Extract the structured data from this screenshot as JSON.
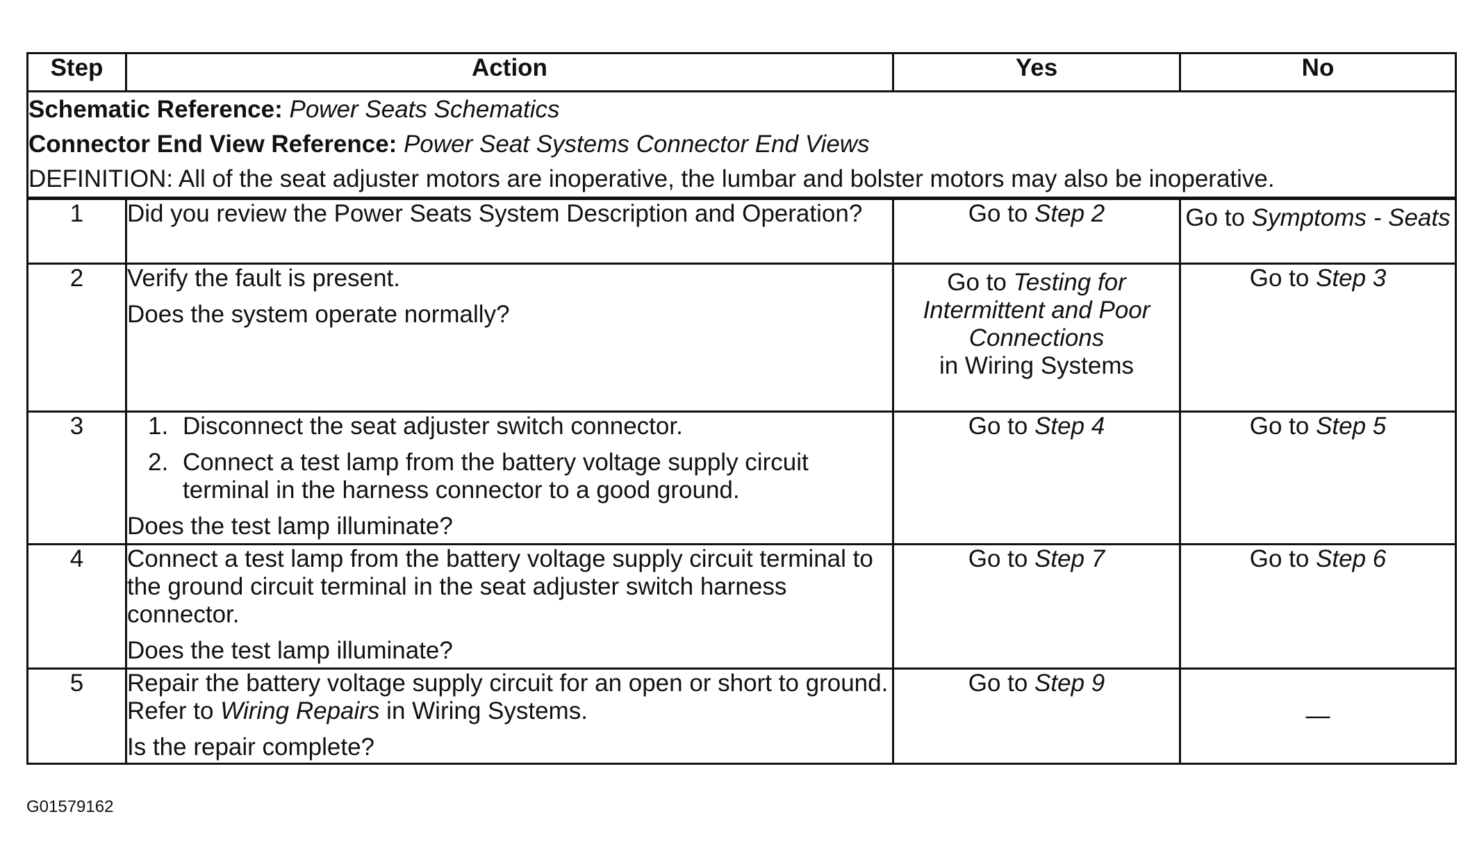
{
  "table": {
    "headers": {
      "step": "Step",
      "action": "Action",
      "yes": "Yes",
      "no": "No"
    },
    "reference": {
      "schematic_label": "Schematic Reference:",
      "schematic_value": "Power Seats Schematics",
      "connector_label": "Connector End View Reference:",
      "connector_value": "Power Seat Systems Connector End Views",
      "definition": "DEFINITION: All of the seat adjuster motors are inoperative, the lumbar and bolster motors may also be inoperative."
    },
    "rows": [
      {
        "step": "1",
        "action": "Did you review the Power Seats System Description and Operation?",
        "yes_prefix": "Go to ",
        "yes_link": "Step 2",
        "no_prefix": "Go to ",
        "no_link": "Symptoms - Seats"
      },
      {
        "step": "2",
        "action_lines": [
          "Verify the fault is present.",
          "Does the system operate normally?"
        ],
        "yes_prefix": "Go to ",
        "yes_link": "Testing for Intermittent and Poor Connections",
        "yes_suffix": "in Wiring Systems",
        "no_prefix": "Go to ",
        "no_link": "Step 3"
      },
      {
        "step": "3",
        "list": [
          {
            "num": "1.",
            "text": "Disconnect the seat adjuster switch connector."
          },
          {
            "num": "2.",
            "text": "Connect a test lamp from the battery voltage supply circuit terminal in the harness connector to a good ground."
          }
        ],
        "question": "Does the test lamp illuminate?",
        "yes_prefix": "Go to ",
        "yes_link": "Step 4",
        "no_prefix": "Go to ",
        "no_link": "Step 5"
      },
      {
        "step": "4",
        "action": "Connect a test lamp from the battery voltage supply circuit terminal to the ground circuit terminal in the seat adjuster switch harness connector.",
        "question": "Does the test lamp illuminate?",
        "yes_prefix": "Go to ",
        "yes_link": "Step 7",
        "no_prefix": "Go to ",
        "no_link": "Step 6"
      },
      {
        "step": "5",
        "action_prefix": "Repair the battery voltage supply circuit for an open or short to ground. Refer to ",
        "action_link": "Wiring Repairs",
        "action_suffix": " in Wiring Systems.",
        "question": "Is the repair complete?",
        "yes_prefix": "Go to ",
        "yes_link": "Step 9",
        "no_value": "—"
      }
    ]
  },
  "figure_id": "G01579162"
}
